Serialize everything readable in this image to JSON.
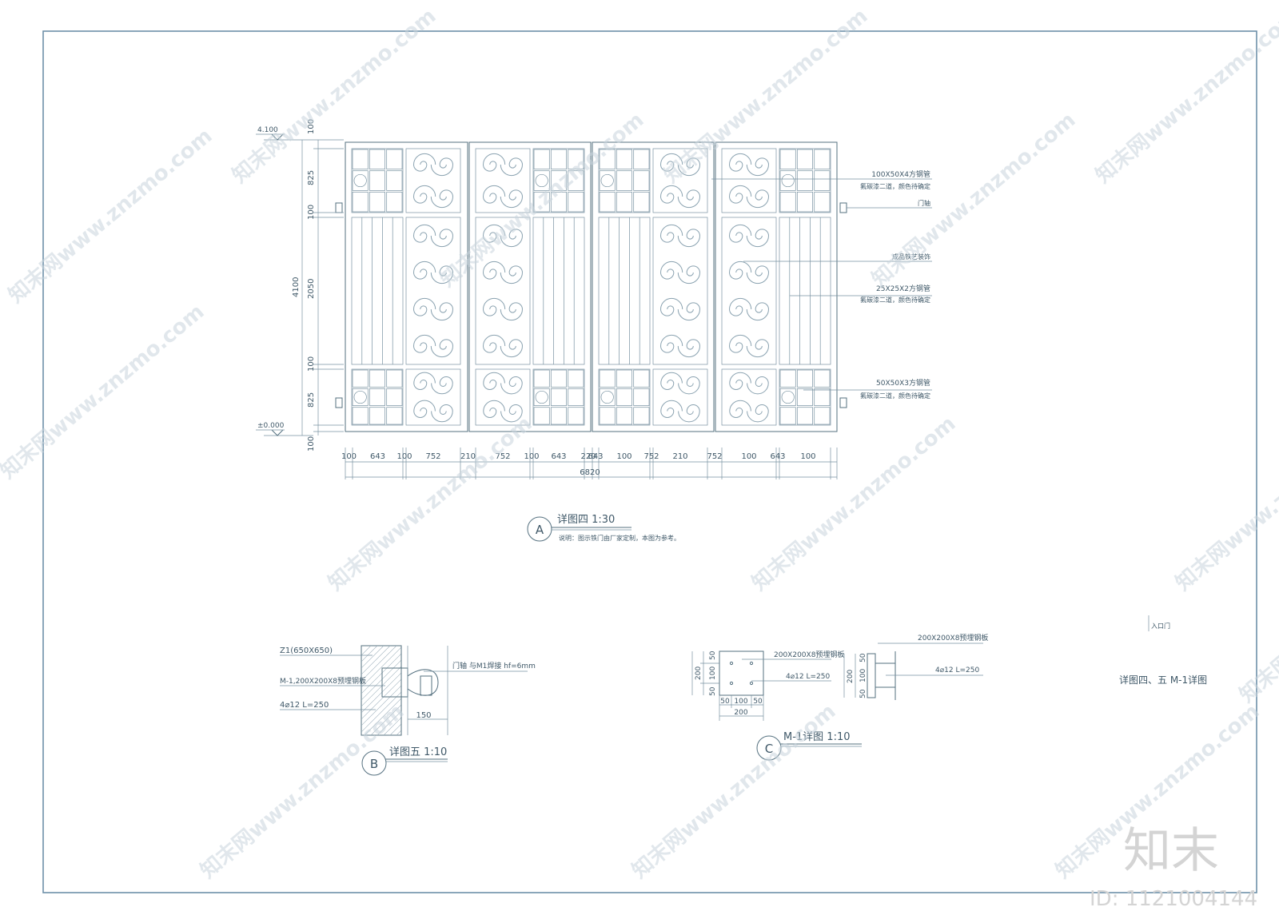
{
  "watermark": {
    "text": "知末网www.znzmo.com"
  },
  "logo": {
    "text": "知末",
    "id_text": "ID: 1121004144"
  },
  "elevation": {
    "top_level": "4.100",
    "bottom_level": "±0.000",
    "total_height": "4100",
    "left_dims": [
      "100",
      "825",
      "100",
      "2050",
      "100",
      "825",
      "100"
    ],
    "bottom_dims": [
      "100",
      "643",
      "100",
      "752",
      "210",
      "752",
      "100",
      "643",
      "220",
      "643",
      "100",
      "752",
      "210",
      "752",
      "100",
      "643",
      "100"
    ],
    "total_width": "6820"
  },
  "labels": {
    "l1": "100X50X4方钢管",
    "l1b": "氟碳漆二道，颜色待确定",
    "l2": "门轴",
    "l3": "成品铁艺装饰",
    "l4": "25X25X2方钢管",
    "l4b": "氟碳漆二道，颜色待确定",
    "l5": "50X50X3方钢管",
    "l5b": "氟碳漆二道，颜色待确定"
  },
  "detail_a": {
    "mark": "A",
    "title": "详图四 1:30",
    "note": "说明：图示铁门由厂家定制，本图为参考。"
  },
  "detail_b": {
    "mark": "B",
    "title": "详图五 1:10",
    "z1": "Z1(650X650)",
    "m1": "M-1,200X200X8预埋钢板",
    "rebar": "4⌀12 L=250",
    "hinge": "门轴 与M1焊接 hf=6mm",
    "dim150": "150"
  },
  "detail_c": {
    "mark": "C",
    "title": "M-1详图 1:10",
    "plate": "200X200X8预埋钢板",
    "rebar": "4⌀12 L=250",
    "plate2": "200X200X8预埋钢板",
    "rebar2": "4⌀12 L=250",
    "dims_v": [
      "50",
      "100",
      "50"
    ],
    "dim_total": "200",
    "dims_h": [
      "50",
      "100",
      "50"
    ],
    "dim_total_h": "200",
    "dims_v2": [
      "50",
      "100",
      "50"
    ],
    "dim_total2": "200"
  },
  "sheet_title": "详图四、五 M-1详图",
  "sheet_small": "入口门",
  "sheet_code": "…"
}
